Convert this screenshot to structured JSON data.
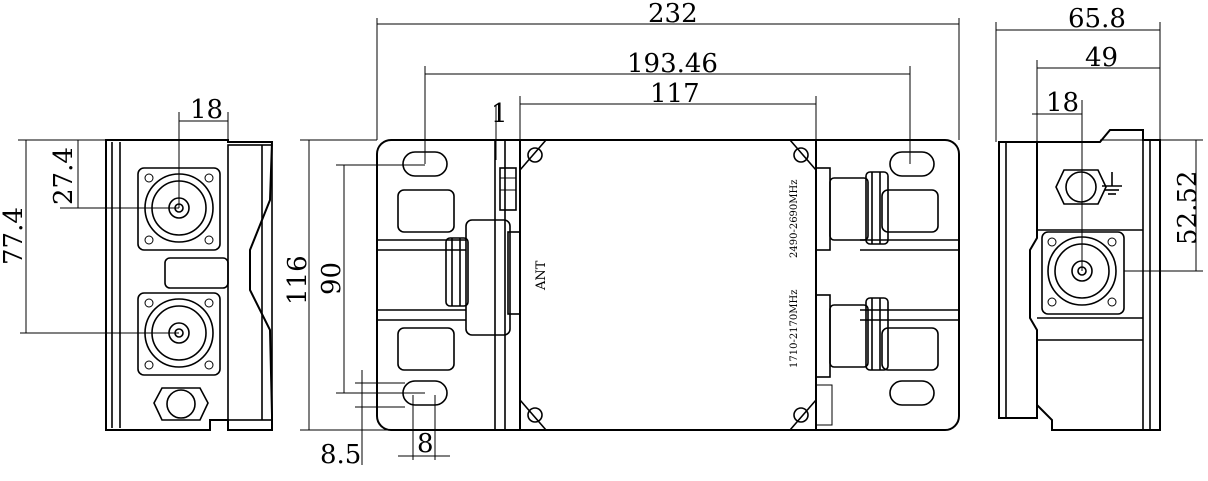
{
  "dimensions": {
    "overall_length": "232",
    "hole_spacing_length": "193.46",
    "body_length": "117",
    "offset_1": "1",
    "height_116": "116",
    "hole_spacing_height": "90",
    "edge_8_5": "8.5",
    "slot_8": "8",
    "left_18": "18",
    "left_27_4": "27.4",
    "left_77_4": "77.4",
    "right_65_8": "65.8",
    "right_49": "49",
    "right_18": "18",
    "right_52_52": "52.52"
  },
  "labels": {
    "ant_port": "ANT",
    "port_high": "2490-2690MHz",
    "port_low": "1710-2170MHz"
  },
  "icons": {
    "ground": "ground-symbol-icon"
  }
}
